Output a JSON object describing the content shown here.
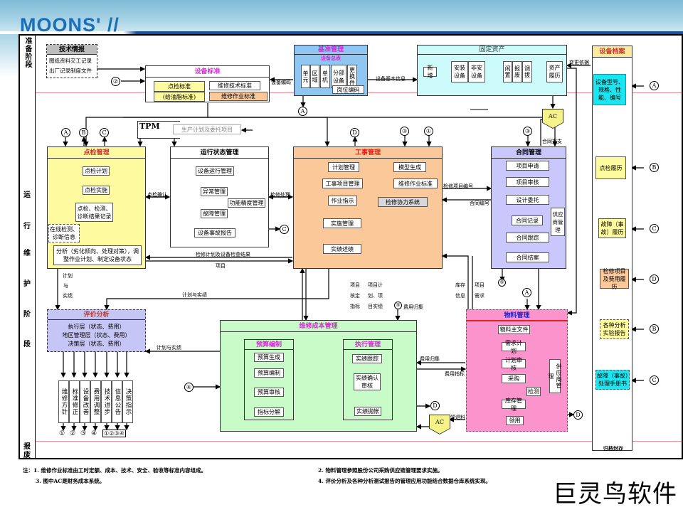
{
  "brand": {
    "logo": "MOONS' //",
    "watermark": "巨灵鸟软件"
  },
  "stages": {
    "prep": "准备阶段",
    "run": [
      "运",
      "行",
      "维",
      "护",
      "阶",
      "段"
    ],
    "scrap": [
      "报",
      "废"
    ]
  },
  "colors": {
    "yellow": "#fdfa9f",
    "orange": "#fbc89a",
    "blue": "#c9c7fb",
    "cyan": "#cdfbfb",
    "green": "#c9fbc9",
    "pink": "#fb93cd",
    "lav": "#c6c6f6",
    "magenta_title": "#d42bd4",
    "red_title": "#e0201a",
    "blue_title": "#2222cc"
  },
  "tech_info": {
    "title": "技术情报",
    "lines": [
      "图纸资料交工记录",
      "出厂记录制度文件"
    ]
  },
  "equip_std": {
    "title": "设备标准",
    "items": [
      "点检标准",
      "(给油脂标准)",
      "维修技术标准",
      "维修作业标准"
    ]
  },
  "basic_mgmt": {
    "title": "基准管理",
    "subtitle": "设备总表",
    "cols": [
      "单元",
      "区域",
      "单机",
      "分部设备",
      "更换件"
    ],
    "post_code": "岗位编码"
  },
  "fixed_assets": {
    "title": "固定资产",
    "items": [
      "新增",
      "安装设备",
      "非安设备",
      "闲置",
      "报废",
      "调拔",
      "资产履历"
    ]
  },
  "equip_archive": {
    "title": "设备档案",
    "items": [
      "设备型号、规格、性能、编号",
      "点检履历",
      "故障（事故）履历",
      "检修项目及费用履历",
      "各种分析实验报告",
      "故障（事故）处理手册书"
    ],
    "footer": "归档封存"
  },
  "tpm": {
    "label": "TPM",
    "plan": "生产计划及委托项目"
  },
  "inspection": {
    "title": "点检管理",
    "items": [
      "点检计划",
      "点检实施",
      "点检、检测、诊断结果记录",
      "在线检测、诊断信息",
      "分析（劣化倾向、处理对策），调整作业计划、制定设备状态"
    ]
  },
  "run_state": {
    "title": "运行状态管理",
    "items": [
      "设备运行管理",
      "异常管理",
      "功能精度管理",
      "故障管理",
      "设备事故报告"
    ]
  },
  "work_mgmt": {
    "title": "工事管理",
    "items": [
      "计划管理",
      "工事项目管理",
      "作业指示",
      "实施管理",
      "实绩述绩",
      "模型生成",
      "维修作业标准",
      "检修协力系统"
    ]
  },
  "contract": {
    "title": "合同管理",
    "items": [
      "项目申请",
      "项目审核",
      "设计委托",
      "合同记录",
      "合同跟踪",
      "合同结案"
    ],
    "supplier": "供应商管理"
  },
  "evaluation": {
    "title": "评价分析",
    "lines": [
      "执行层（状态、费用）",
      "地区管理层（状态、费用）",
      "决策层（状态、费用）"
    ],
    "outputs": [
      "维修方针",
      "标准修正",
      "设备改善",
      "费用调整",
      "技术进步",
      "信息公告",
      "决策指示"
    ],
    "out_nums": [
      "①",
      "②",
      "③",
      "④",
      "①②③④"
    ]
  },
  "cost": {
    "title": "维修成本管理",
    "budget": {
      "title": "预算编制",
      "items": [
        "预算生成",
        "预算编制",
        "预算审核",
        "指标分解"
      ]
    },
    "exec": {
      "title": "执行管理",
      "items": [
        "实绩跟踪",
        "实绩确认审核",
        "实绩抛帐"
      ]
    }
  },
  "material": {
    "title": "物料管理",
    "items": [
      "物料主文件",
      "需求计划",
      "计划审核",
      "采购",
      "检测",
      "库存管理",
      "领用"
    ],
    "supplier": "供应商管理"
  },
  "labels": {
    "equip_code": "设备编码",
    "equip_basic": "设备基本信息",
    "change_basis": "变更依据",
    "contract_pay": "合同报支",
    "inspect_confirm": "点检确认",
    "repair_handle": "检修处理",
    "repair_item_no": "检修项目编号",
    "contract_no": "合同编号",
    "repair_plan_result": "检修计划及设备检查结果",
    "item": "项目",
    "plan_and": [
      "计划",
      "与",
      "实绩"
    ],
    "plan_actual": "计划与实绩",
    "item_target": [
      "项目",
      "核定",
      "指标"
    ],
    "item_plan": [
      "项目计",
      "划、项",
      "目实绩"
    ],
    "cost_collect": "费用归集",
    "stock_info": [
      "库存",
      "信息"
    ],
    "item_demand": [
      "项目",
      "需求"
    ],
    "cost_target": "费用指标",
    "issue_mat": "领退料",
    "ac": "AC"
  },
  "circles": {
    "A": "A",
    "B": "B",
    "C": "C",
    "D": "D",
    "n1": "①",
    "n2": "②",
    "n3": "③",
    "n4": "④",
    "n5": "⑤"
  },
  "notes": {
    "n1": "注：1. 维修作业标准由工时定额、成本、技术、安全、验收等标准内容组成。",
    "n3": "3. 图中AC是财务成本系统。",
    "n2": "2. 物料管理参照股份公司采购供应链管理要求实施。",
    "n4": "4. 评价分析及各种分析测试报告的管理应用功能结合数据仓库系统实现。"
  }
}
